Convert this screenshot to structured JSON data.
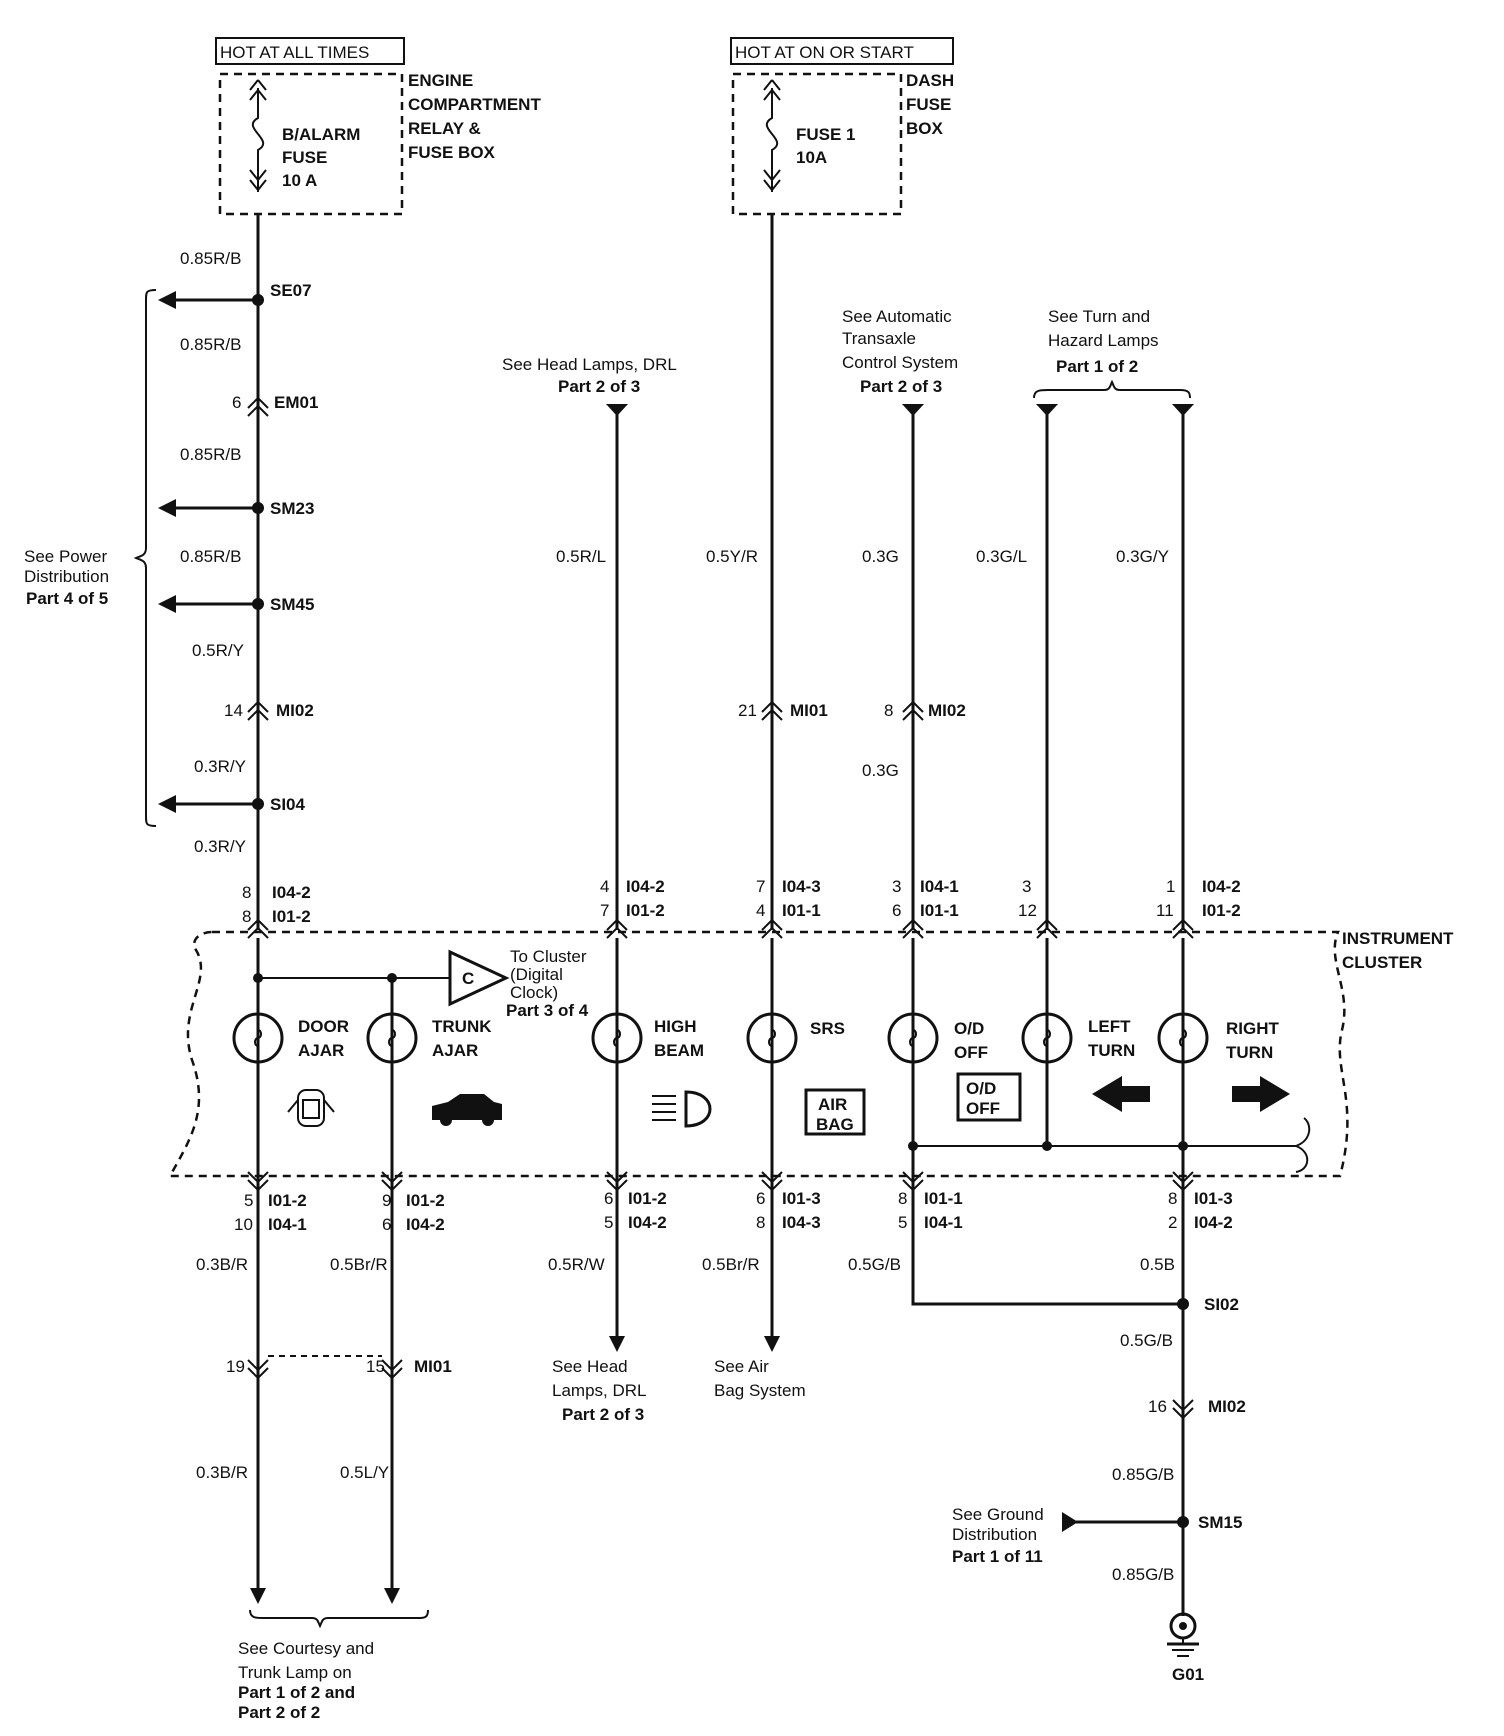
{
  "power": {
    "hot_all_times": "HOT AT ALL TIMES",
    "hot_on_start": "HOT AT ON OR START",
    "fuse_balarm": [
      "B/ALARM",
      "FUSE",
      "10 A"
    ],
    "engine_box": [
      "ENGINE",
      "COMPARTMENT",
      "RELAY &",
      "FUSE BOX"
    ],
    "fuse1": [
      "FUSE 1",
      "10A"
    ],
    "dash_box": [
      "DASH",
      "FUSE",
      "BOX"
    ]
  },
  "left_branch": {
    "wires": [
      "0.85R/B",
      "0.85R/B",
      "0.85R/B",
      "0.85R/B",
      "0.5R/Y",
      "0.3R/Y",
      "0.3R/Y"
    ],
    "splices": [
      "SE07",
      "SM23",
      "SM45",
      "SI04"
    ],
    "em01_pin": "6",
    "em01": "EM01",
    "mi02_pin": "14",
    "mi02": "MI02",
    "see_power": [
      "See Power",
      "Distribution",
      "Part 4 of 5"
    ],
    "top_conn": [
      "8",
      "I04-2",
      "8",
      "I01-2"
    ]
  },
  "refs": {
    "head_lamps": [
      "See Head Lamps, DRL",
      "Part 2 of 3"
    ],
    "transaxle": [
      "See Automatic",
      "Transaxle",
      "Control System",
      "Part 2 of 3"
    ],
    "turn_hazard": [
      "See Turn  and",
      "Hazard Lamps",
      "Part 1 of 2"
    ]
  },
  "columns": {
    "high_beam": {
      "wire": "0.5R/L",
      "pins": [
        "4",
        "I04-2",
        "7",
        "I01-2"
      ]
    },
    "srs": {
      "wire": "0.5Y/R",
      "mid_pin": "21",
      "mid": "MI01",
      "pins": [
        "7",
        "I04-3",
        "4",
        "I01-1"
      ]
    },
    "od": {
      "wire": "0.3G",
      "mid_pin": "8",
      "mid": "MI02",
      "wire2": "0.3G",
      "pins": [
        "3",
        "I04-1",
        "6",
        "I01-1"
      ]
    },
    "left_turn": {
      "wire": "0.3G/L",
      "pins": [
        "3",
        "12"
      ]
    },
    "right_turn": {
      "wire": "0.3G/Y",
      "pins": [
        "1",
        "I04-2",
        "11",
        "I01-2"
      ]
    }
  },
  "cluster": {
    "title": [
      "INSTRUMENT",
      "CLUSTER"
    ],
    "to_cluster": [
      "To Cluster",
      "(Digital",
      "Clock)",
      "Part 3 of 4"
    ],
    "c_letter": "C",
    "lamps": {
      "door": [
        "DOOR",
        "AJAR"
      ],
      "trunk": [
        "TRUNK",
        "AJAR"
      ],
      "high": [
        "HIGH",
        "BEAM"
      ],
      "srs": [
        "SRS"
      ],
      "od": [
        "O/D",
        "OFF"
      ],
      "left": [
        "LEFT",
        "TURN"
      ],
      "right": [
        "RIGHT",
        "TURN"
      ]
    },
    "airbag_box": [
      "AIR",
      "BAG"
    ],
    "od_box": [
      "O/D",
      "OFF"
    ]
  },
  "bottom": {
    "door": {
      "pins": [
        "5",
        "I01-2",
        "10",
        "I04-1"
      ],
      "wire": "0.3B/R",
      "mi_pin": "19",
      "wire2": "0.3B/R"
    },
    "trunk": {
      "pins": [
        "9",
        "I01-2",
        "6",
        "I04-2"
      ],
      "wire": "0.5Br/R",
      "mi_pin": "15",
      "mi": "MI01",
      "wire2": "0.5L/Y"
    },
    "high": {
      "pins": [
        "6",
        "I01-2",
        "5",
        "I04-2"
      ],
      "wire": "0.5R/W"
    },
    "srs": {
      "pins": [
        "6",
        "I01-3",
        "8",
        "I04-3"
      ],
      "wire": "0.5Br/R"
    },
    "od": {
      "pins": [
        "8",
        "I01-1",
        "5",
        "I04-1"
      ],
      "wire": "0.5G/B"
    },
    "right": {
      "pins": [
        "8",
        "I01-3",
        "2",
        "I04-2"
      ],
      "wire": "0.5B"
    },
    "si02": "SI02",
    "gb1": "0.5G/B",
    "mi02_pin": "16",
    "mi02": "MI02",
    "gb2": "0.85G/B",
    "sm15": "SM15",
    "gb3": "0.85G/B",
    "g01": "G01",
    "see_ground": [
      "See Ground",
      "Distribution",
      "Part 1 of 11"
    ],
    "see_courtesy": [
      "See Courtesy and",
      "Trunk Lamp on",
      "Part 1 of 2  and",
      "Part 2 of 2"
    ],
    "see_head": [
      "See Head",
      "Lamps, DRL",
      "Part 2 of 3"
    ],
    "see_airbag": [
      "See Air",
      "Bag System"
    ]
  }
}
